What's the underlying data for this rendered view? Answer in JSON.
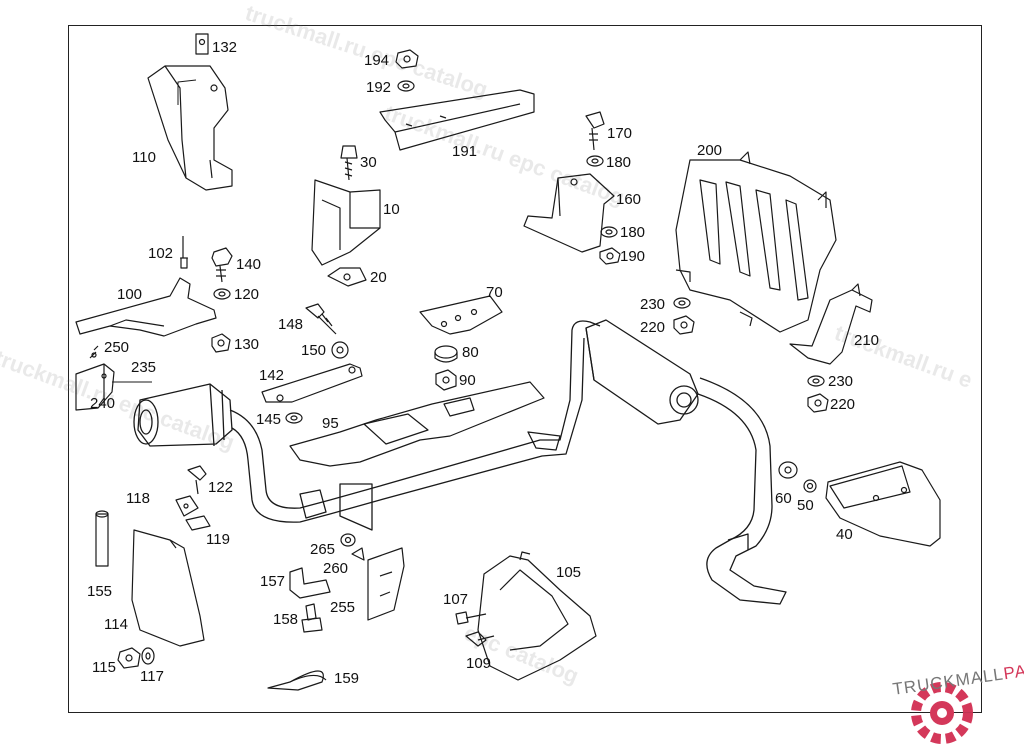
{
  "labels": {
    "l132": "132",
    "l110": "110",
    "l194": "194",
    "l192": "192",
    "l191": "191",
    "l30": "30",
    "l10": "10",
    "l20": "20",
    "l170": "170",
    "l180a": "180",
    "l160": "160",
    "l180b": "180",
    "l190": "190",
    "l200": "200",
    "l102": "102",
    "l140": "140",
    "l100": "100",
    "l120": "120",
    "l130": "130",
    "l148": "148",
    "l150": "150",
    "l70": "70",
    "l80": "80",
    "l90": "90",
    "l230a": "230",
    "l220a": "220",
    "l210": "210",
    "l230b": "230",
    "l220b": "220",
    "l250": "250",
    "l235": "235",
    "l240": "240",
    "l142": "142",
    "l145": "145",
    "l95": "95",
    "l122": "122",
    "l118": "118",
    "l119": "119",
    "l155": "155",
    "l114": "114",
    "l115": "115",
    "l117": "117",
    "l265": "265",
    "l260": "260",
    "l157": "157",
    "l255": "255",
    "l158": "158",
    "l159": "159",
    "l105": "105",
    "l107": "107",
    "l109": "109",
    "l60": "60",
    "l50": "50",
    "l40": "40"
  },
  "watermarks": {
    "w1": "truckmall.ru epc catalog",
    "w2": "truckmall.ru epc catalog",
    "w3": "truckmall.ru epc catalog",
    "w4": "epc catalog",
    "w5": "truckmall.ru e"
  },
  "logo": {
    "text_a": "TRUCKMALL",
    "text_b": "PARTS",
    "accent": "#d4385a"
  }
}
